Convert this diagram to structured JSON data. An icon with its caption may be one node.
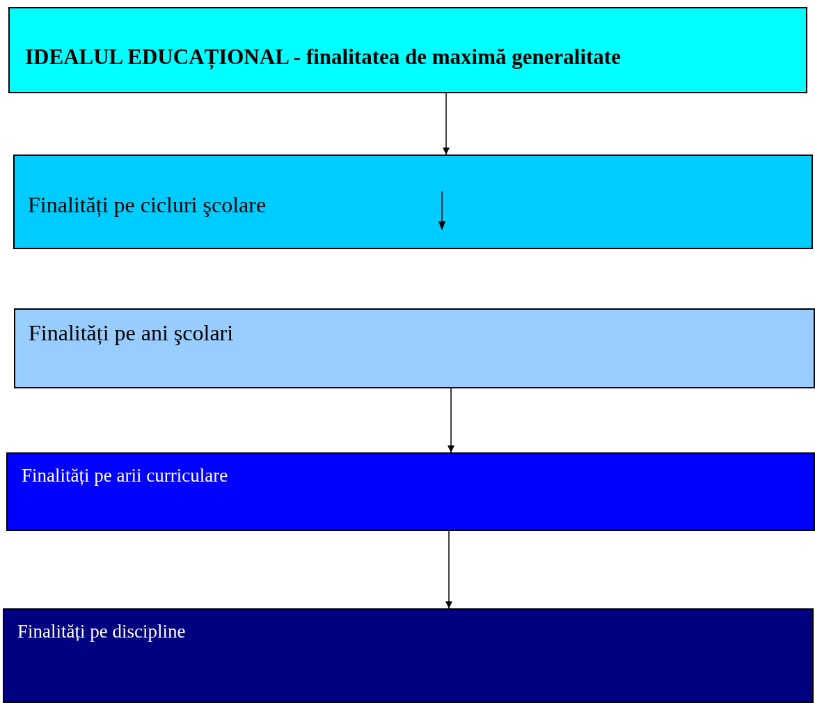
{
  "diagram": {
    "nodes": [
      {
        "text": [
          "IDEALUL EDUCAȚIONAL - finalitatea de maximă generalitate"
        ]
      },
      {
        "text": [
          "Finalități pe cicluri şcolare"
        ]
      },
      {
        "text": [
          "Finalități pe ani şcolari"
        ]
      },
      {
        "text": [
          "Finalități pe arii curriculare"
        ]
      },
      {
        "text": [
          "Finalități pe discipline"
        ]
      }
    ],
    "edges": [
      {
        "from": 0,
        "to": 1,
        "arrow": "to"
      },
      {
        "from": 2,
        "to": 3,
        "arrow": "to"
      },
      {
        "from": 3,
        "to": 4,
        "arrow": "to"
      }
    ]
  }
}
